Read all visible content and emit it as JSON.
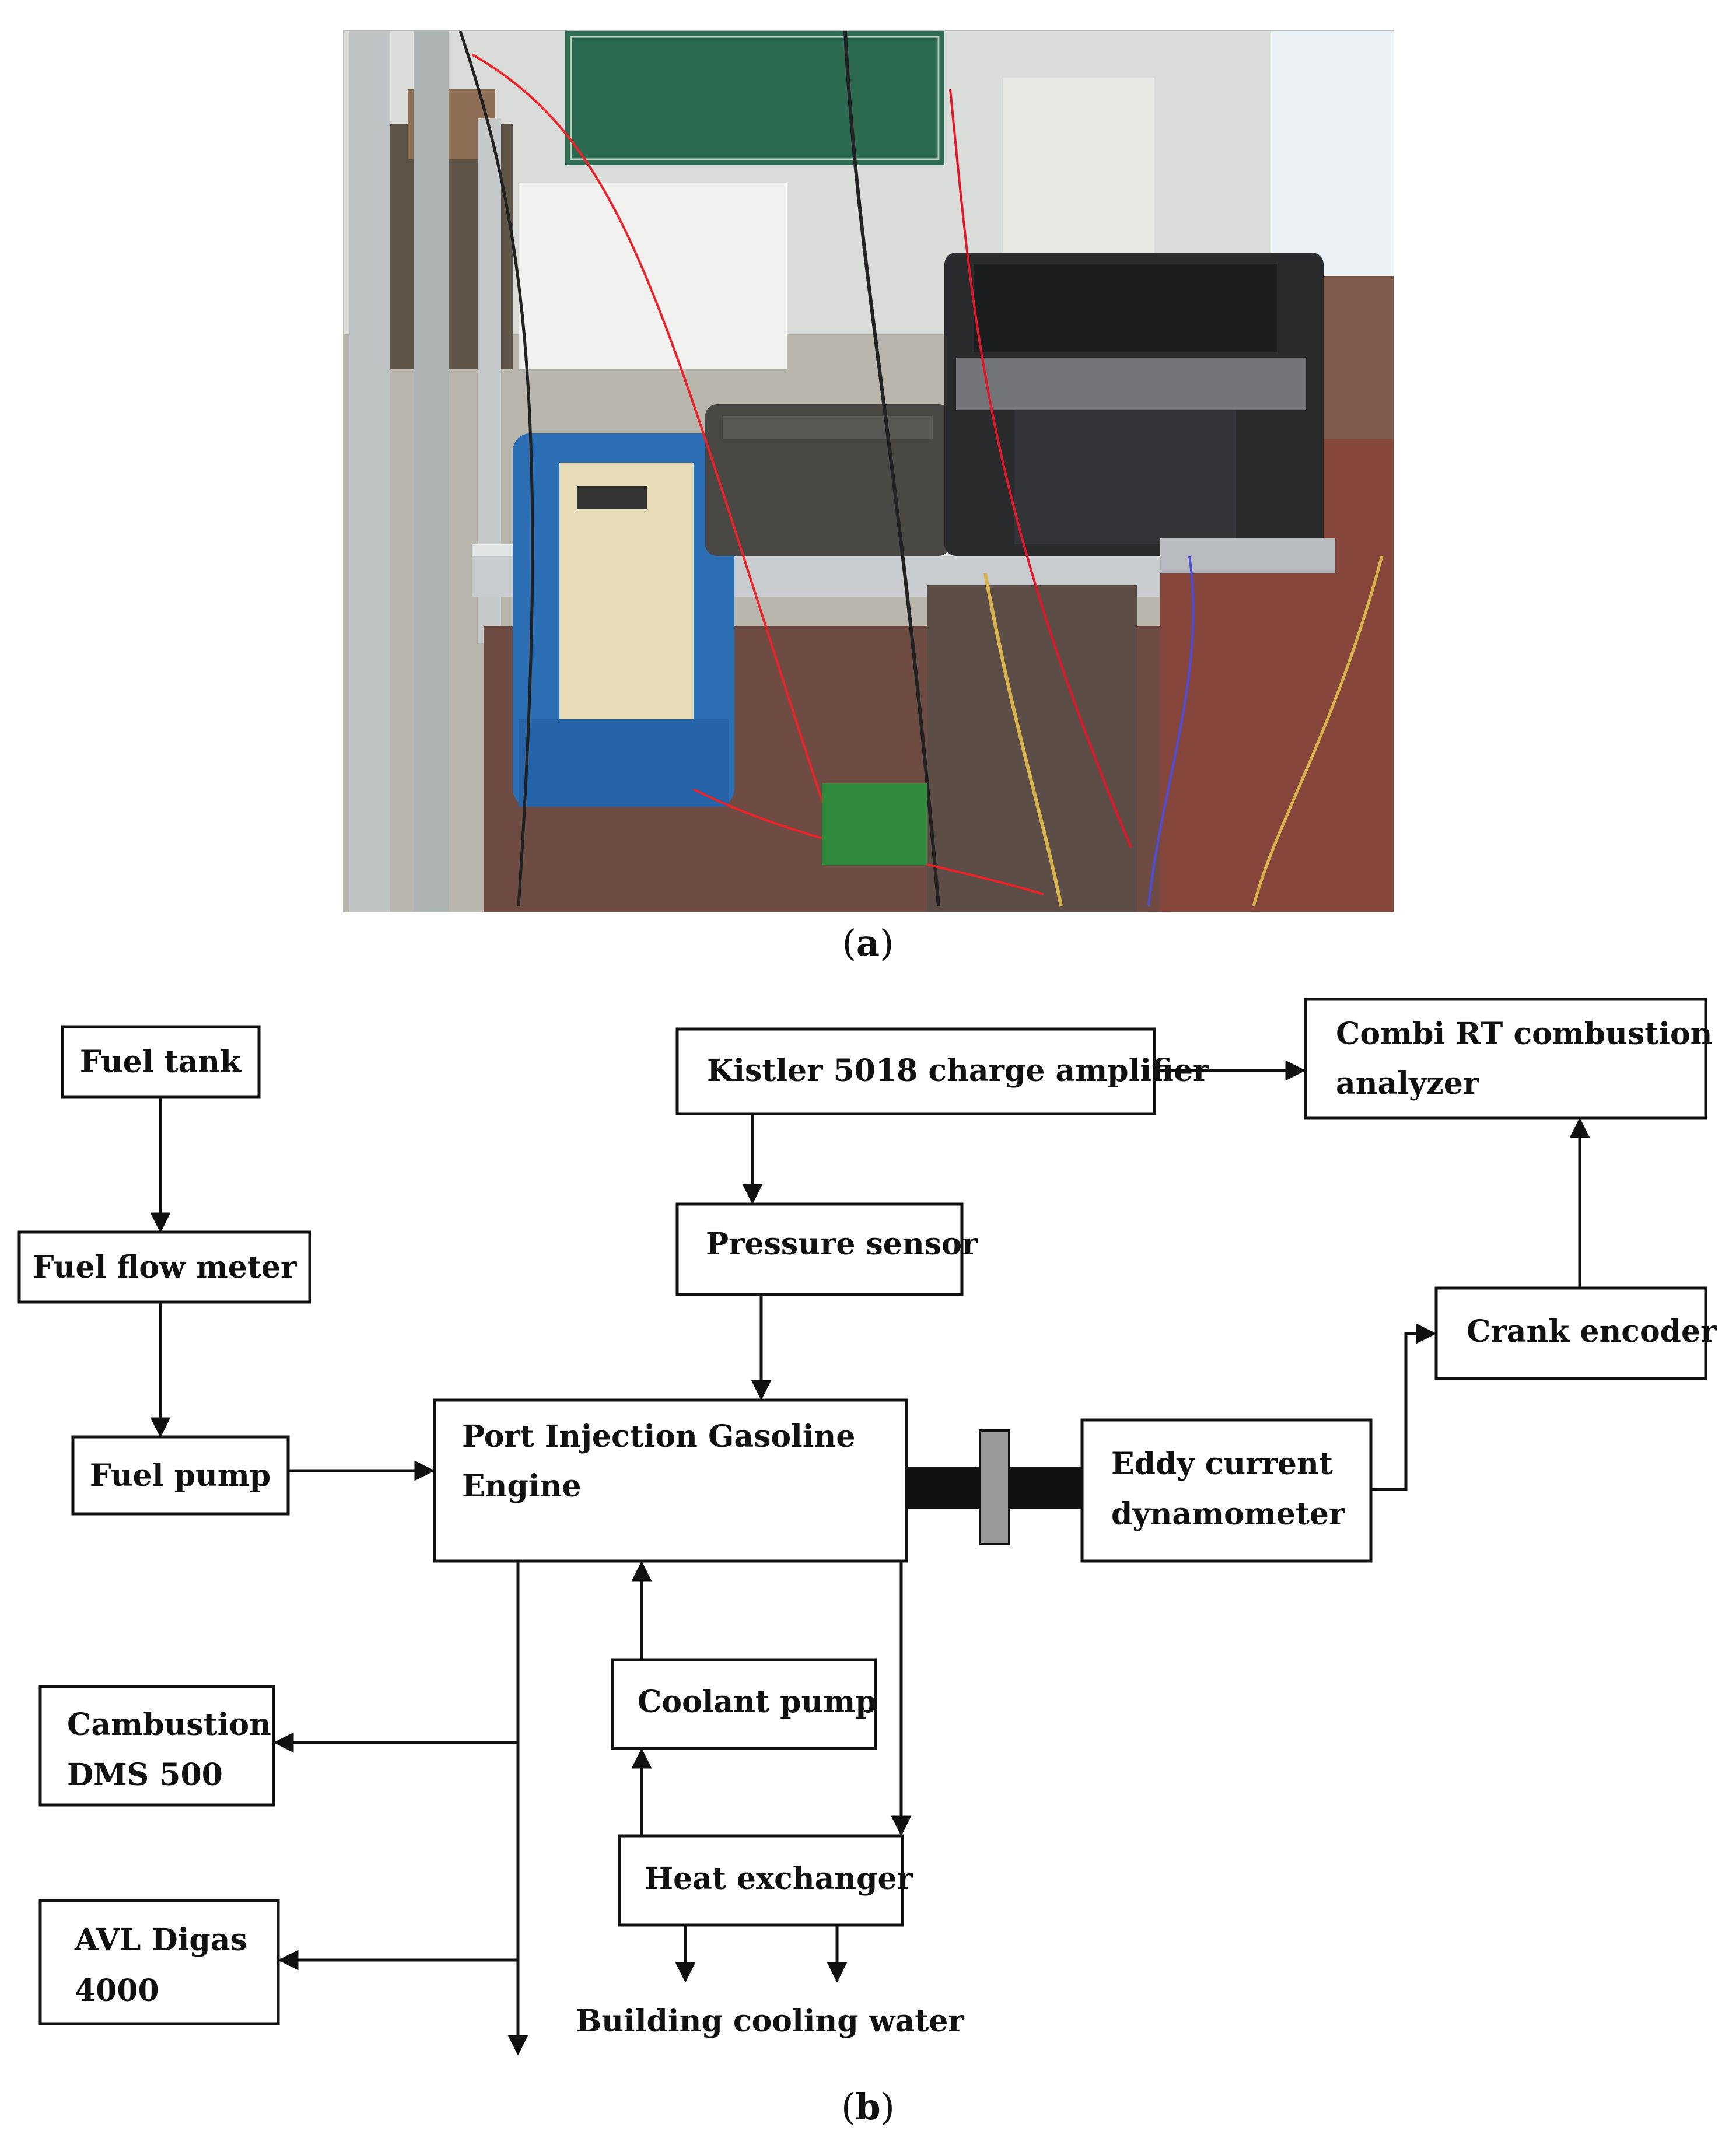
{
  "photo": {
    "alt": "Engine test bench photograph"
  },
  "caption_a": {
    "open": "(",
    "letter": "a",
    "close": ")"
  },
  "caption_b": {
    "open": "(",
    "letter": "b",
    "close": ")"
  },
  "diagram": {
    "fuel_tank": "Fuel tank",
    "fuel_flow_meter": "Fuel flow meter",
    "fuel_pump": "Fuel pump",
    "kistler": "Kistler 5018 charge amplifier",
    "combi_line1": "Combi RT combustion",
    "combi_line2": "analyzer",
    "pressure_sensor": "Pressure sensor",
    "engine_line1": "Port Injection Gasoline",
    "engine_line2": "Engine",
    "eddy_line1": "Eddy current",
    "eddy_line2": "dynamometer",
    "crank_encoder": "Crank encoder",
    "cambustion_line1": "Cambustion",
    "cambustion_line2": "DMS 500",
    "coolant_pump": "Coolant pump",
    "heat_exchanger": "Heat exchanger",
    "avl_line1": "AVL Digas",
    "avl_line2": "4000",
    "building_water": "Building cooling water"
  }
}
